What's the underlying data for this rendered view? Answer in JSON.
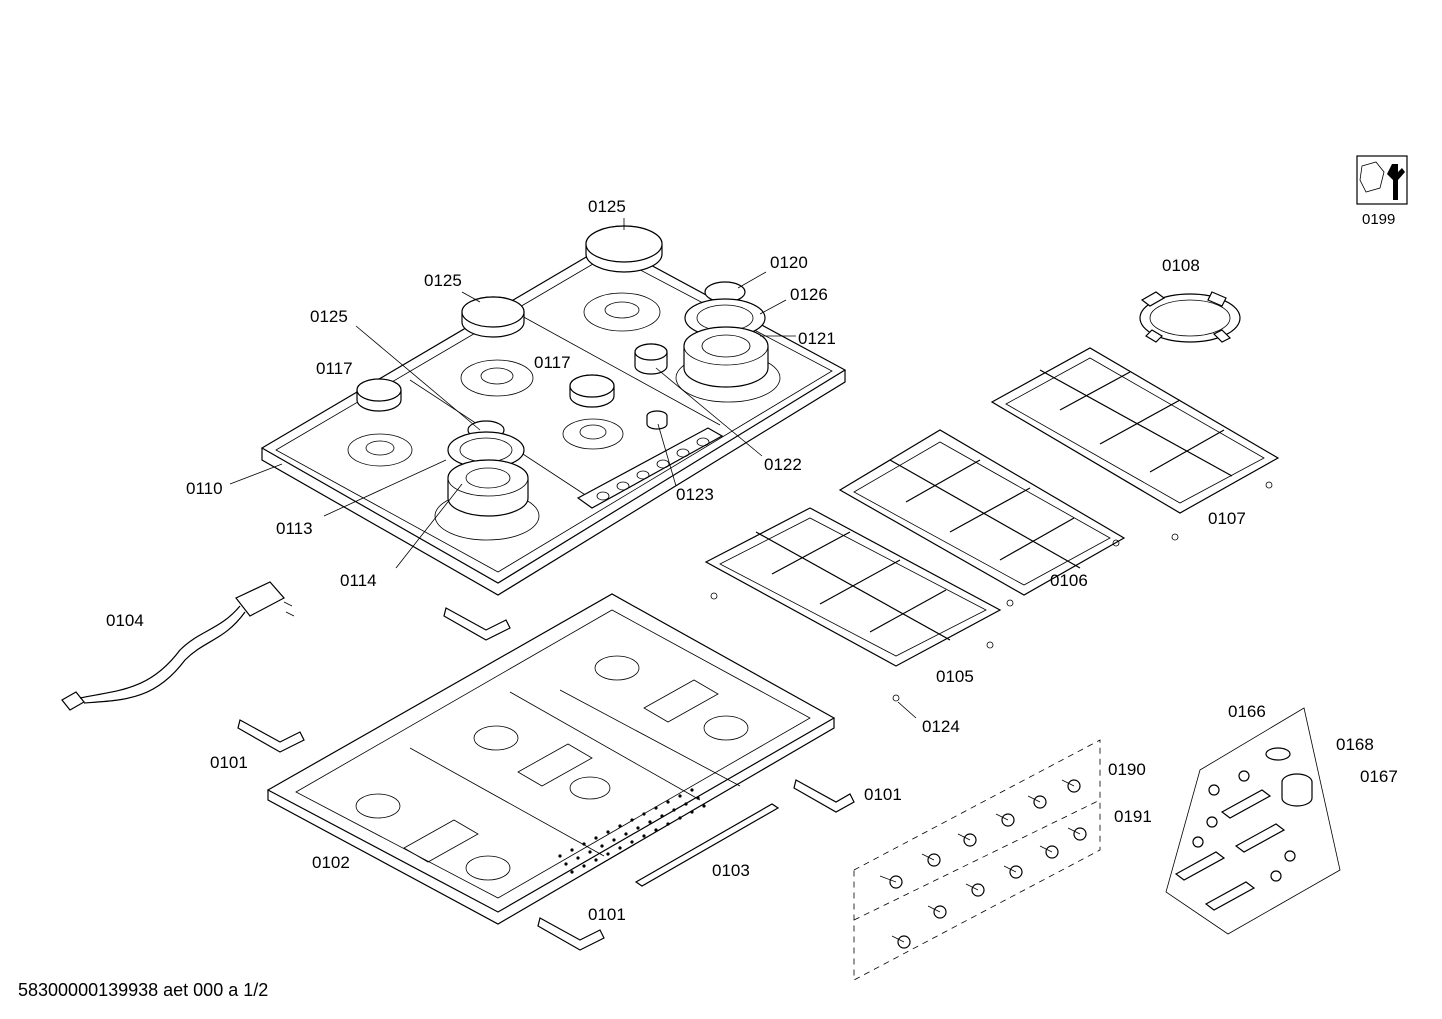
{
  "parts": {
    "p0125a": "0125",
    "p0125b": "0125",
    "p0125c": "0125",
    "p0120": "0120",
    "p0126": "0126",
    "p0121": "0121",
    "p0117a": "0117",
    "p0117b": "0117",
    "p0110": "0110",
    "p0113": "0113",
    "p0114": "0114",
    "p0122": "0122",
    "p0123": "0123",
    "p0108": "0108",
    "p0107": "0107",
    "p0106": "0106",
    "p0105": "0105",
    "p0124": "0124",
    "p0104": "0104",
    "p0101a": "0101",
    "p0101b": "0101",
    "p0101c": "0101",
    "p0102": "0102",
    "p0103": "0103",
    "p0166": "0166",
    "p0168": "0168",
    "p0167": "0167",
    "p0190": "0190",
    "p0191": "0191",
    "p0199": "0199"
  },
  "footer": "58300000139938 aet 000 a 1/2"
}
